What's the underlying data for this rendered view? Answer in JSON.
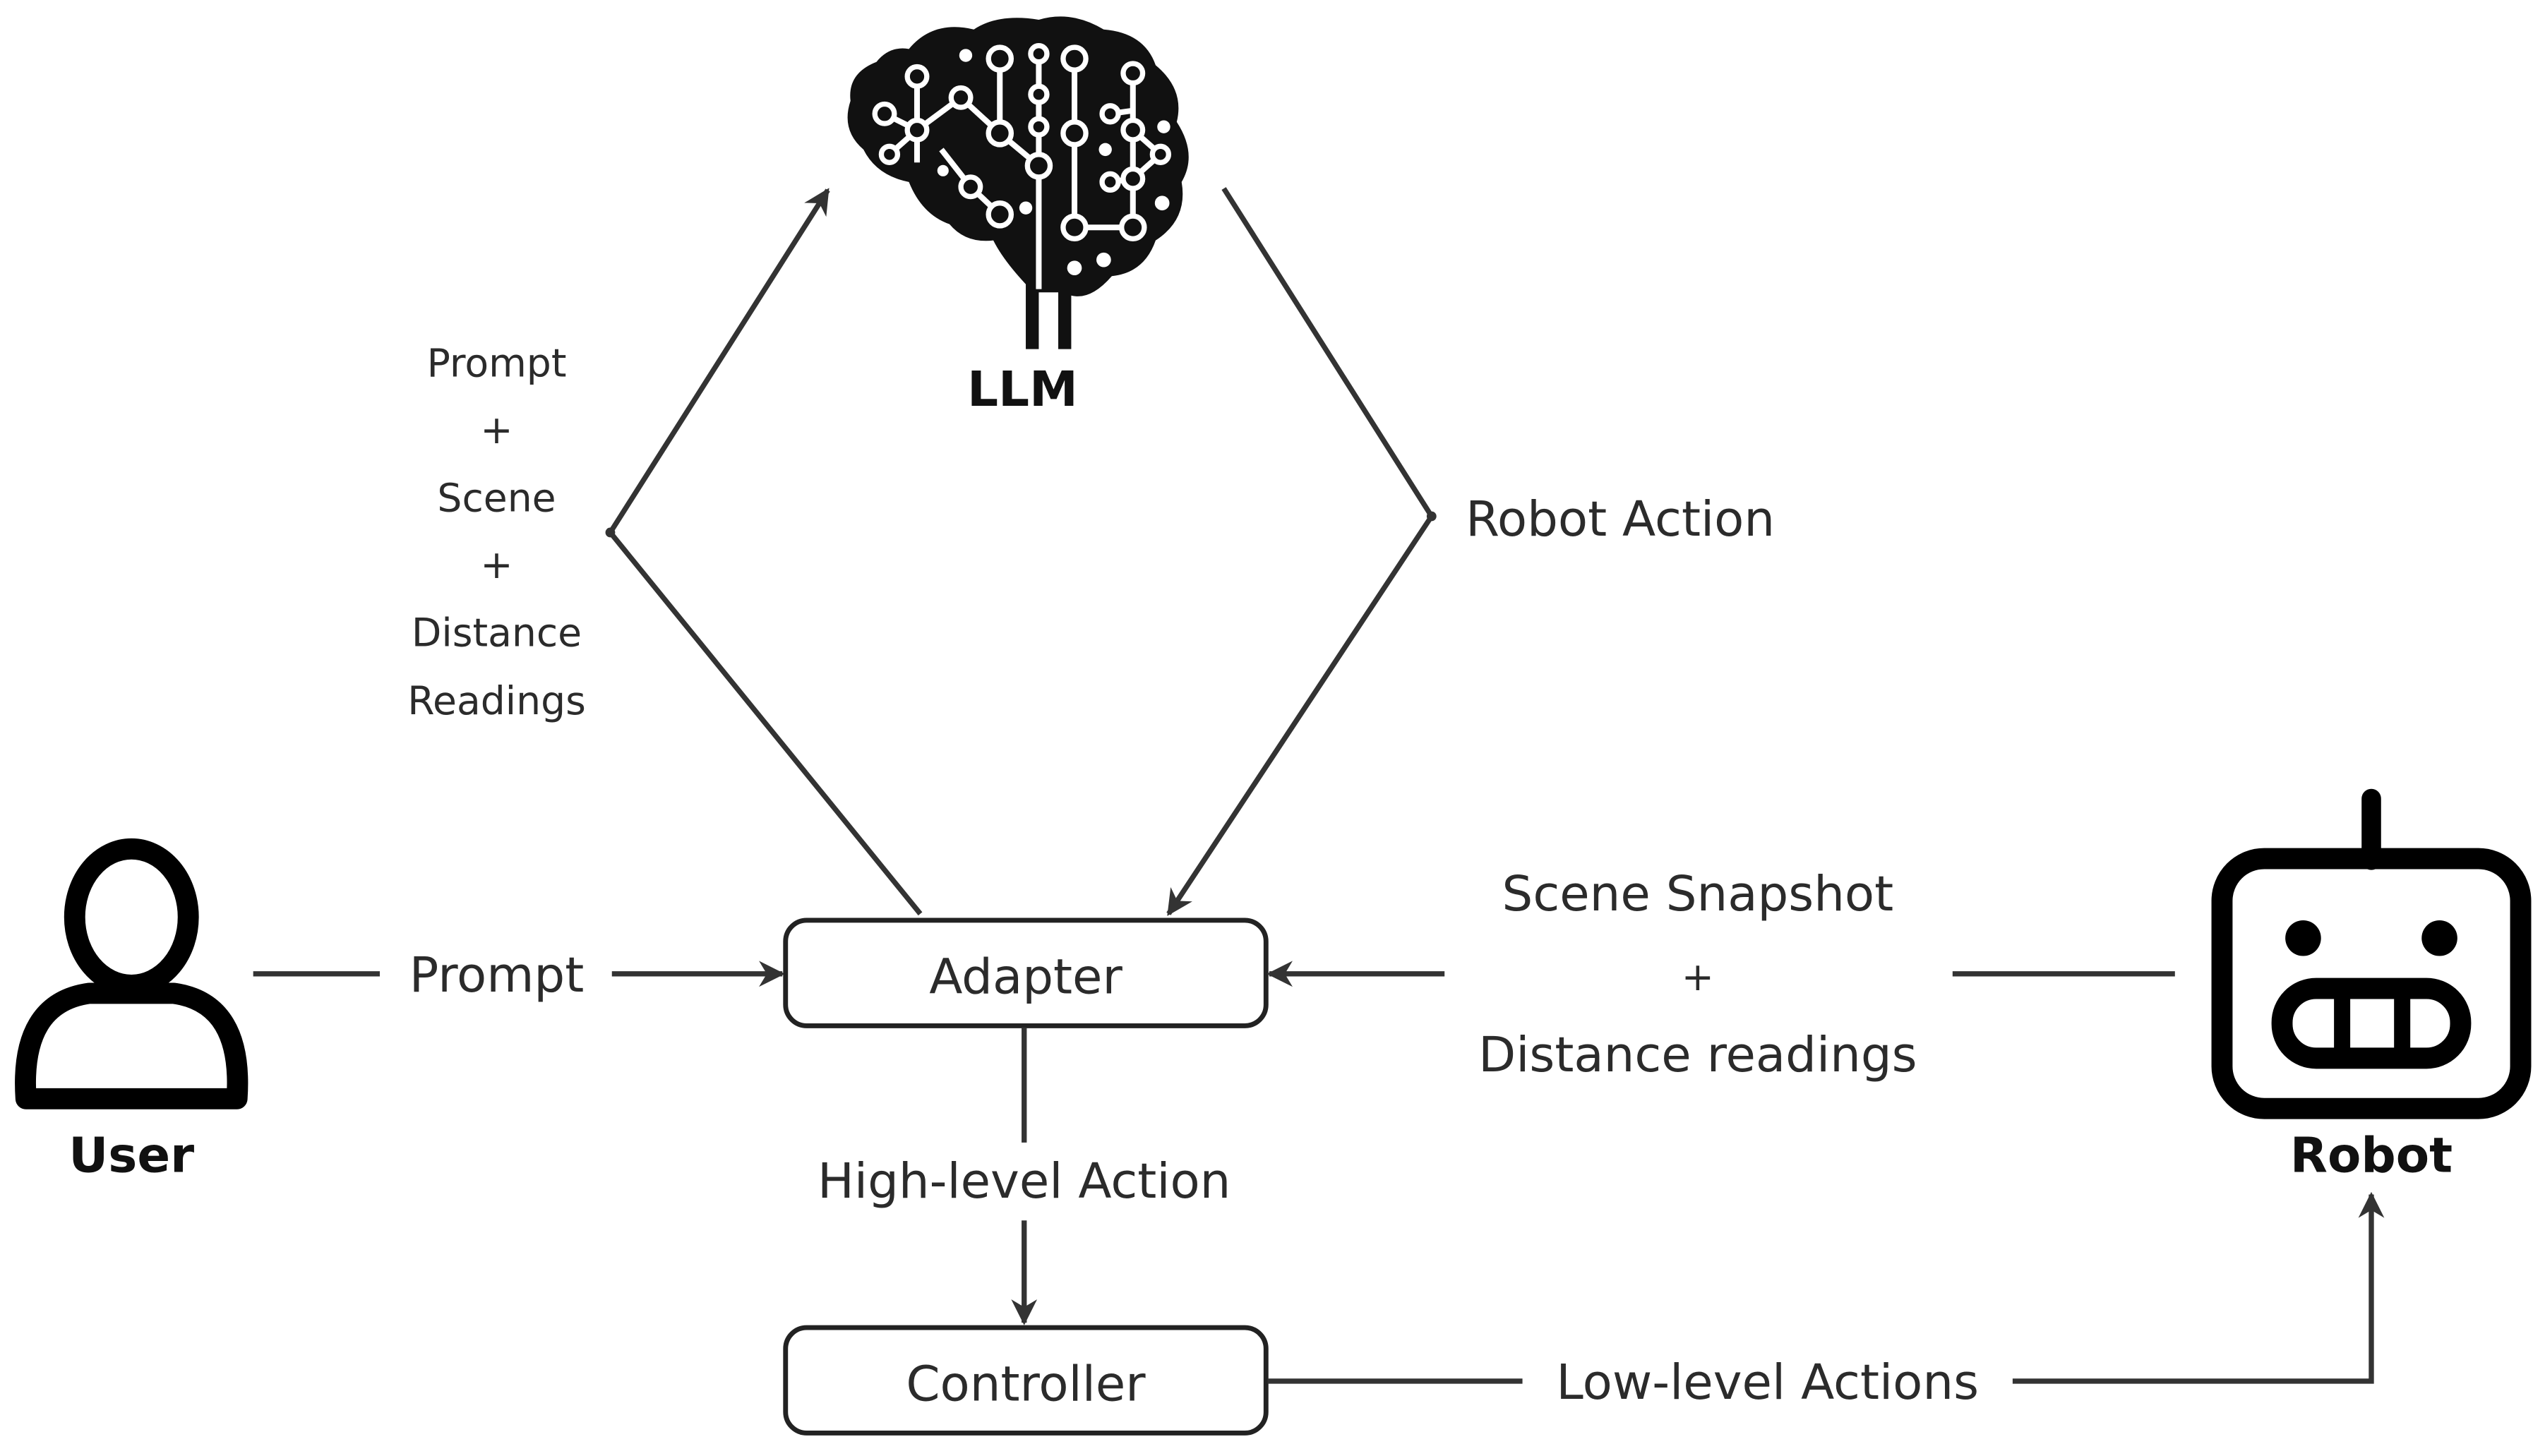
{
  "nodes": {
    "llm": {
      "label": "LLM",
      "icon": "brain-circuit-icon"
    },
    "user": {
      "label": "User",
      "icon": "user-icon"
    },
    "robot": {
      "label": "Robot",
      "icon": "robot-icon"
    },
    "adapter": {
      "label": "Adapter"
    },
    "controller": {
      "label": "Controller"
    }
  },
  "edges": {
    "adapter_to_llm": {
      "lines": [
        "Prompt",
        "+",
        "Scene",
        "+",
        "Distance",
        "Readings"
      ]
    },
    "llm_to_adapter": {
      "label": "Robot Action"
    },
    "user_to_adapter": {
      "label": "Prompt"
    },
    "robot_to_adapter": {
      "lines": [
        "Scene Snapshot",
        "+",
        "Distance readings"
      ]
    },
    "adapter_to_controller": {
      "label": "High-level Action"
    },
    "controller_to_robot": {
      "label": "Low-level Actions"
    }
  },
  "colors": {
    "ink": "#111111",
    "edge": "#333333",
    "text": "#2b2b2b",
    "background": "#ffffff"
  }
}
